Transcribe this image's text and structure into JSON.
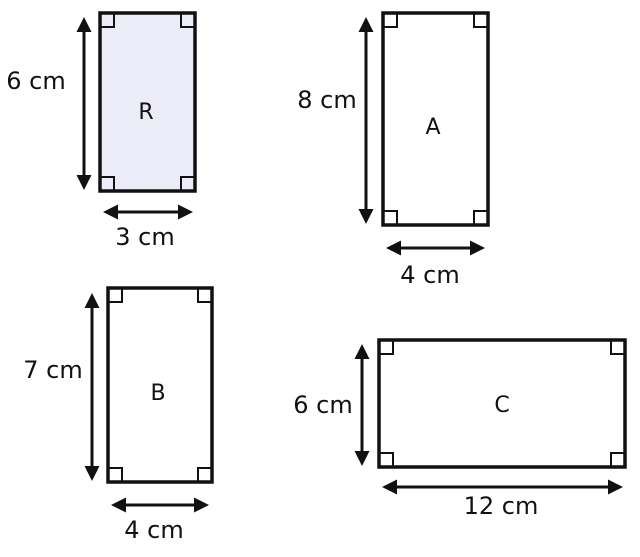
{
  "diagram": {
    "stroke_color": "#111111",
    "highlight_fill": "#ecebf8",
    "rectangles": [
      {
        "id": "R",
        "label": "R",
        "height_label": "6 cm",
        "width_label": "3 cm",
        "highlighted": true
      },
      {
        "id": "A",
        "label": "A",
        "height_label": "8 cm",
        "width_label": "4 cm",
        "highlighted": false
      },
      {
        "id": "B",
        "label": "B",
        "height_label": "7 cm",
        "width_label": "4 cm",
        "highlighted": false
      },
      {
        "id": "C",
        "label": "C",
        "height_label": "6 cm",
        "width_label": "12 cm",
        "highlighted": false
      }
    ]
  }
}
